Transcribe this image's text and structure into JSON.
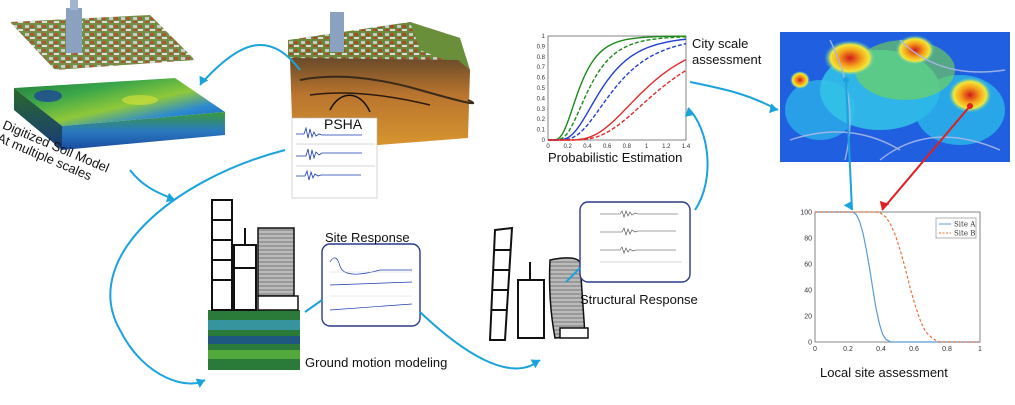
{
  "labels": {
    "soil_line1": "Digitized Soil Model",
    "soil_line2": "At multiple scales",
    "psha": "PSHA",
    "probabilistic": "Probabilistic Estimation",
    "city_line1": "City scale",
    "city_line2": "assessment",
    "site_response": "Site Response",
    "structural_response": "Structural Response",
    "ground_motion": "Ground motion modeling",
    "local_site": "Local site assessment"
  },
  "colors": {
    "arrow": "#1aa3dc",
    "red_arrow": "#e02020",
    "green": "#1a8a1a",
    "blue": "#1f3fd0",
    "red": "#e02a2a",
    "site_a": "#5b9bd5",
    "site_b": "#e8743b"
  },
  "chart_data": [
    {
      "type": "line",
      "x_ticks": [
        "0",
        "0.2",
        "0.4",
        "0.6",
        "0.8",
        "1",
        "1.2",
        "1.4"
      ],
      "y_ticks": [
        "0",
        "0.1",
        "0.2",
        "0.3",
        "0.4",
        "0.5",
        "0.6",
        "0.7",
        "0.8",
        "0.9",
        "1"
      ],
      "xlim": [
        0,
        1.4
      ],
      "ylim": [
        0,
        1
      ],
      "series": [
        {
          "color": "green",
          "style": "solid",
          "median": 0.32,
          "beta": 0.5
        },
        {
          "color": "green",
          "style": "dashed",
          "median": 0.42,
          "beta": 0.5
        },
        {
          "color": "blue",
          "style": "solid",
          "median": 0.55,
          "beta": 0.5
        },
        {
          "color": "blue",
          "style": "dashed",
          "median": 0.68,
          "beta": 0.5
        },
        {
          "color": "red",
          "style": "solid",
          "median": 1.0,
          "beta": 0.45
        },
        {
          "color": "red",
          "style": "dashed",
          "median": 1.15,
          "beta": 0.45
        }
      ]
    },
    {
      "type": "line",
      "x_ticks": [
        "0",
        "0.2",
        "0.4",
        "0.6",
        "0.8",
        "1"
      ],
      "y_ticks": [
        "0",
        "20",
        "40",
        "60",
        "80",
        "100"
      ],
      "xlim": [
        0,
        1
      ],
      "ylim": [
        0,
        100
      ],
      "series": [
        {
          "name": "Site A",
          "color": "site_a",
          "style": "solid",
          "x": [
            0,
            0.23,
            0.25,
            0.27,
            0.29,
            0.31,
            0.33,
            0.35,
            0.37,
            0.39,
            0.41,
            0.43,
            0.46,
            1.0
          ],
          "y": [
            100,
            100,
            98,
            93,
            84,
            72,
            57,
            41,
            26,
            14,
            6,
            2,
            0,
            0
          ]
        },
        {
          "name": "Site B",
          "color": "site_b",
          "style": "dashed",
          "x": [
            0,
            0.37,
            0.4,
            0.43,
            0.46,
            0.49,
            0.52,
            0.55,
            0.58,
            0.61,
            0.64,
            0.67,
            0.71,
            0.75,
            1.0
          ],
          "y": [
            100,
            100,
            99,
            96,
            90,
            81,
            69,
            55,
            40,
            27,
            16,
            8,
            3,
            0,
            0
          ]
        }
      ]
    }
  ]
}
